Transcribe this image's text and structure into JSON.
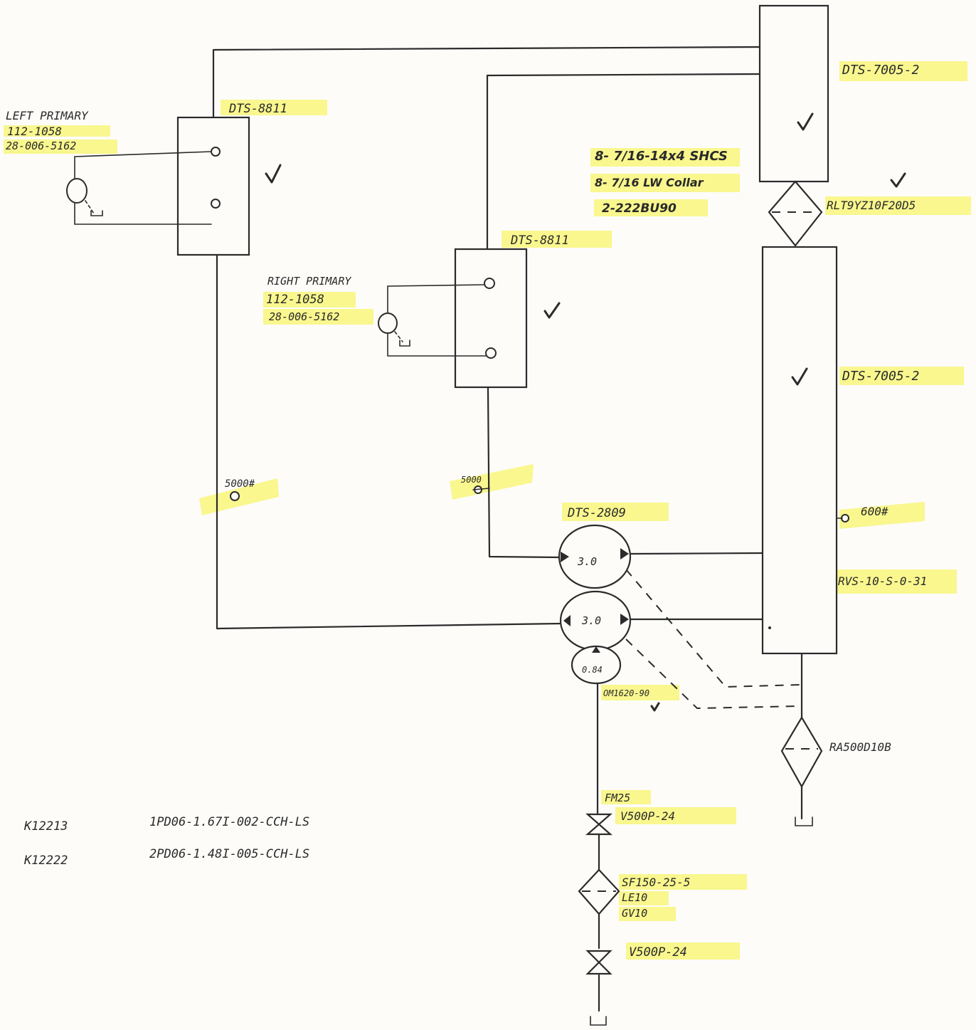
{
  "labels": {
    "left_primary": [
      "LEFT PRIMARY",
      "112-1058",
      "28-006-5162"
    ],
    "right_primary": [
      "RIGHT PRIMARY",
      "112-1058",
      "28-006-5162"
    ],
    "dts_8811_left": "DTS-8811",
    "dts_8811_right": "DTS-8811",
    "dts_7005_top": "DTS-7005-2",
    "dts_7005_bottom": "DTS-7005-2",
    "rlt_filter": "RLT9YZ10F20D5",
    "hardware": [
      "8- 7/16-14x4 SHCS",
      "8- 7/16 LW Collar",
      "2-222BU90"
    ],
    "gauge_left": "5000#",
    "gauge_mid": "5000",
    "dts_2809": "DTS-2809",
    "pump_top_value": "3.0",
    "pump_bottom_value": "3.0",
    "motor_value": "0.84",
    "motor_model": "OM1620-90",
    "gauge_right": "600#",
    "relief_valve": "RVS-10-S-0-31",
    "return_filter": "RA500D10B",
    "fm_label": "FM25",
    "valve_upper": "V500P-24",
    "suction_filter": [
      "SF150-25-5",
      "LE10",
      "GV10"
    ],
    "valve_lower": "V500P-24",
    "kits": [
      {
        "id": "K12213",
        "part": "1PD06-1.67I-002-CCH-LS"
      },
      {
        "id": "K12222",
        "part": "2PD06-1.48I-005-CCH-LS"
      }
    ]
  }
}
